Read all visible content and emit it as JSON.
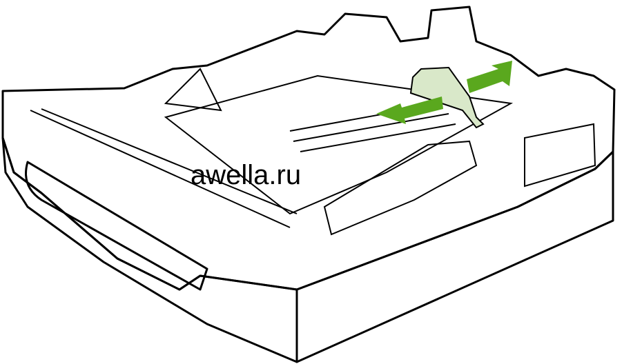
{
  "watermark": "awella.ru",
  "colors": {
    "arrow": "#5aa81e",
    "guide": "#d9e8c9",
    "line": "#000000"
  },
  "figure": {
    "subject": "paper-tray",
    "guide_arrows": [
      "left",
      "right"
    ]
  }
}
